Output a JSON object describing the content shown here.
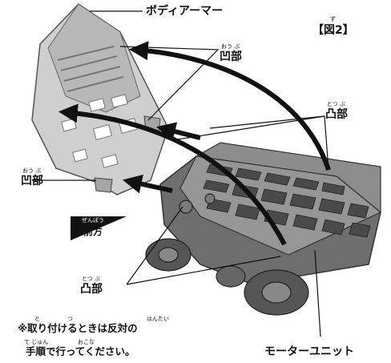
{
  "figure_label": "【図2】",
  "figure_label_ruby": "ず",
  "labels": {
    "body_armor": "ボディアーマー",
    "recess_top": "凹部",
    "recess_top_ruby": "おう ぶ",
    "protrusion_right": "凸部",
    "protrusion_right_ruby": "とつ ぶ",
    "recess_left": "凹部",
    "recess_left_ruby": "おう ぶ",
    "front": "前方",
    "front_ruby": "ぜんぽう",
    "protrusion_bottom": "凸部",
    "protrusion_bottom_ruby": "とつ ぶ",
    "motor_unit": "モーターユニット"
  },
  "note": {
    "line1": "※取り付けるときは反対の",
    "line1_ruby_a": "と",
    "line1_ruby_b": "つ",
    "line1_ruby_c": "はんたい",
    "line2": "手順で行ってください。",
    "line2_ruby_a": "て じゅん",
    "line2_ruby_b": "おこな"
  },
  "colors": {
    "ink": "#111111",
    "armor": "#c9c9c9",
    "unit_top": "#8c8c8c",
    "unit_side": "#6e6e6e"
  }
}
